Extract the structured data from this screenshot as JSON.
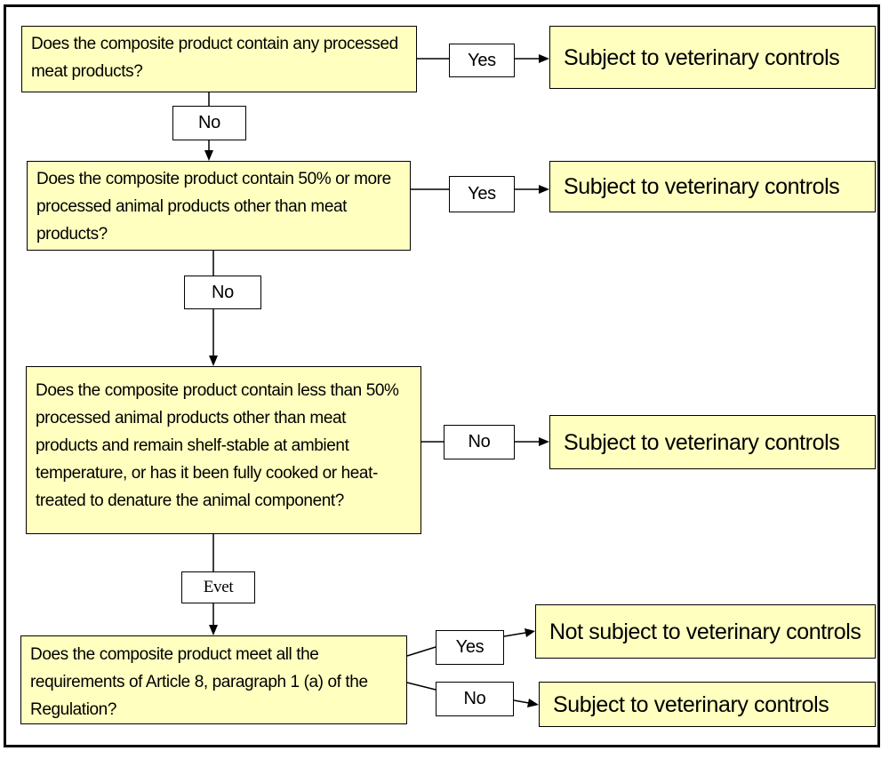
{
  "questions": {
    "q1": "Does the composite product contain any processed meat products?",
    "q2": "Does the composite product contain 50% or more processed animal products other than meat products?",
    "q3": "Does the composite product contain less than 50% processed animal products other than meat products and remain shelf-stable at ambient temperature, or has it been fully cooked or heat-treated to denature the animal component?",
    "q4": "Does the composite product meet all the requirements of Article 8, paragraph 1 (a) of the Regulation?"
  },
  "results": {
    "r1": "Subject to veterinary controls",
    "r2": "Subject to veterinary controls",
    "r3": "Subject to veterinary controls",
    "r4": "Not subject to veterinary controls",
    "r5": "Subject to veterinary controls"
  },
  "labels": {
    "yes1": "Yes",
    "no1": "No",
    "yes2": "Yes",
    "no2": "No",
    "no3": "No",
    "evet": "Evet",
    "yes4": "Yes",
    "no4": "No"
  },
  "colors": {
    "box_fill": "#ffffc0",
    "border": "#000000",
    "label_fill": "#ffffff"
  }
}
